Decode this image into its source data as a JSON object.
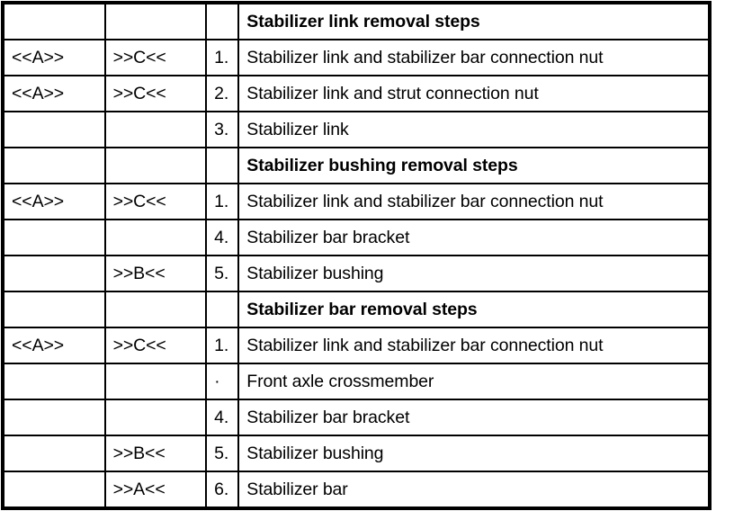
{
  "document": {
    "type": "table",
    "background_color": "#ffffff",
    "text_color": "#000000",
    "border_color": "#000000"
  },
  "table": {
    "columns": [
      {
        "key": "marker_a",
        "header": ""
      },
      {
        "key": "marker_b",
        "header": ""
      },
      {
        "key": "number",
        "header": ""
      },
      {
        "key": "text",
        "header": ""
      }
    ],
    "rows": [
      {
        "marker_a": "",
        "marker_b": "",
        "number": "",
        "text": "Stabilizer link removal steps",
        "is_section_header": true
      },
      {
        "marker_a": "<<A>>",
        "marker_b": ">>C<<",
        "number": "1.",
        "text": "Stabilizer link and stabilizer bar connection nut",
        "is_section_header": false
      },
      {
        "marker_a": "<<A>>",
        "marker_b": ">>C<<",
        "number": "2.",
        "text": "Stabilizer link and strut connection nut",
        "is_section_header": false
      },
      {
        "marker_a": "",
        "marker_b": "",
        "number": "3.",
        "text": "Stabilizer link",
        "is_section_header": false
      },
      {
        "marker_a": "",
        "marker_b": "",
        "number": "",
        "text": "Stabilizer bushing removal steps",
        "is_section_header": true
      },
      {
        "marker_a": "<<A>>",
        "marker_b": ">>C<<",
        "number": "1.",
        "text": "Stabilizer link and stabilizer bar connection nut",
        "is_section_header": false
      },
      {
        "marker_a": "",
        "marker_b": "",
        "number": "4.",
        "text": "Stabilizer bar bracket",
        "is_section_header": false
      },
      {
        "marker_a": "",
        "marker_b": ">>B<<",
        "number": "5.",
        "text": "Stabilizer bushing",
        "is_section_header": false
      },
      {
        "marker_a": "",
        "marker_b": "",
        "number": "",
        "text": "Stabilizer bar removal steps",
        "is_section_header": true
      },
      {
        "marker_a": "<<A>>",
        "marker_b": ">>C<<",
        "number": "1.",
        "text": "Stabilizer link and stabilizer bar connection nut",
        "is_section_header": false
      },
      {
        "marker_a": "",
        "marker_b": "",
        "number": "·",
        "text": "Front axle crossmember",
        "is_section_header": false
      },
      {
        "marker_a": "",
        "marker_b": "",
        "number": "4.",
        "text": "Stabilizer bar bracket",
        "is_section_header": false
      },
      {
        "marker_a": "",
        "marker_b": ">>B<<",
        "number": "5.",
        "text": "Stabilizer bushing",
        "is_section_header": false
      },
      {
        "marker_a": "",
        "marker_b": ">>A<<",
        "number": "6.",
        "text": "Stabilizer bar",
        "is_section_header": false
      }
    ]
  }
}
